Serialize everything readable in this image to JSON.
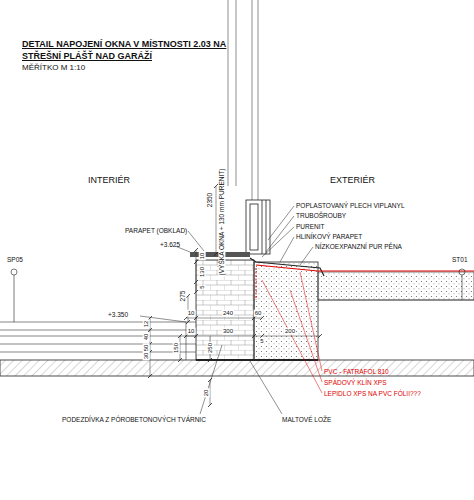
{
  "diagram": {
    "title": "DETAIL NAPOJENÍ OKNA V MÍSTNOSTI 2.03 NA STŘEŠNÍ PLÁŠŤ NAD GARÁŽÍ",
    "labels": [
      "MĚŘÍTKO M 1:10",
      "INTERIÉR",
      "EXTERIÉR",
      "PARAPET (OBKLAD)",
      "+3.625",
      "SP05",
      "ST01",
      "+3.350",
      "275",
      "2350",
      "(VÝŠKA OKNA + 130 mm PURENIT)",
      "POPLASTOVANÝ PLECH VIPLANYL",
      "TRUBOŠROUBY",
      "PURENIT",
      "HLINÍKOVÝ PARAPET",
      "NÍZKOEXPANZNÍ PUR PĚNA",
      "10",
      "130",
      "5",
      "10",
      "240",
      "60",
      "10",
      "300",
      "5",
      "200",
      "250",
      "12",
      "40",
      "50",
      "30",
      "150",
      "20",
      "PVC - FATRAFOL 810",
      "SPÁDOVÝ KLÍN XPS",
      "LEPIDLO XPS NA PVC FÓLII???",
      "PODEZDÍVKA Z PÓROBETONOVÝCH TVÁRNIC",
      "MALTOVÉ LOŽE"
    ]
  }
}
